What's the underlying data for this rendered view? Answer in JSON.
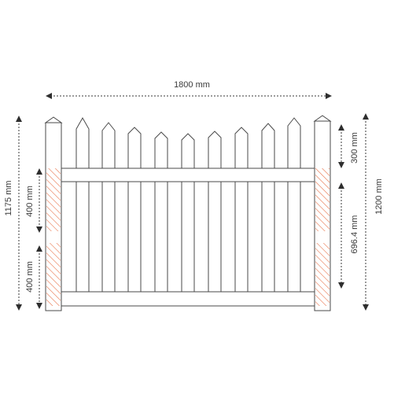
{
  "dimensions": {
    "overall_width": "1800 mm",
    "overall_height": "1200 mm",
    "post_height": "1175 mm",
    "top_section": "300 mm",
    "rail_span": "696.4 mm",
    "embed_upper": "400 mm",
    "embed_lower": "400 mm"
  },
  "colors": {
    "outline": "#4a4a4a",
    "hatch": "#e8734a",
    "text": "#3a3a3a"
  }
}
